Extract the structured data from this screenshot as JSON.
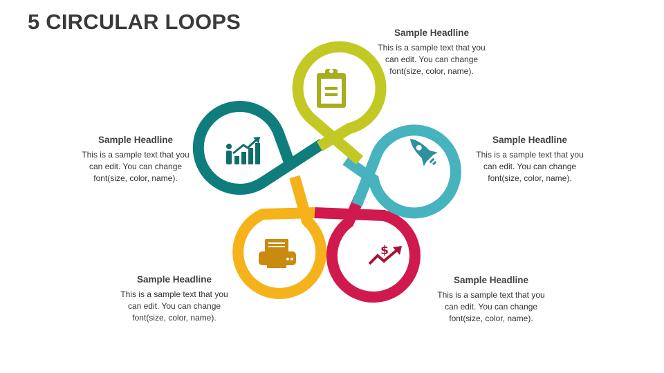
{
  "title": "5 CIRCULAR LOOPS",
  "colors": {
    "lime": "#c2c924",
    "teal_dark": "#0f7d7c",
    "teal_light": "#46b3bf",
    "yellow": "#f5b21b",
    "crimson": "#d0194c"
  },
  "items": [
    {
      "headline": "Sample Headline",
      "text": "This is a sample text that you can edit. You can change font(size, color, name).",
      "icon": "clipboard-icon",
      "color": "#c2c924"
    },
    {
      "headline": "Sample Headline",
      "text": "This is a sample text that you can edit. You can change font(size, color, name).",
      "icon": "growth-chart-icon",
      "color": "#0f7d7c"
    },
    {
      "headline": "Sample Headline",
      "text": "This is a sample text that you can edit. You can change font(size, color, name).",
      "icon": "rocket-icon",
      "color": "#46b3bf"
    },
    {
      "headline": "Sample Headline",
      "text": "This is a sample text that you can edit. You can change font(size, color, name).",
      "icon": "printer-icon",
      "color": "#f5b21b"
    },
    {
      "headline": "Sample Headline",
      "text": "This is a sample text that you can edit. You can change font(size, color, name).",
      "icon": "dollar-growth-icon",
      "color": "#d0194c"
    }
  ]
}
